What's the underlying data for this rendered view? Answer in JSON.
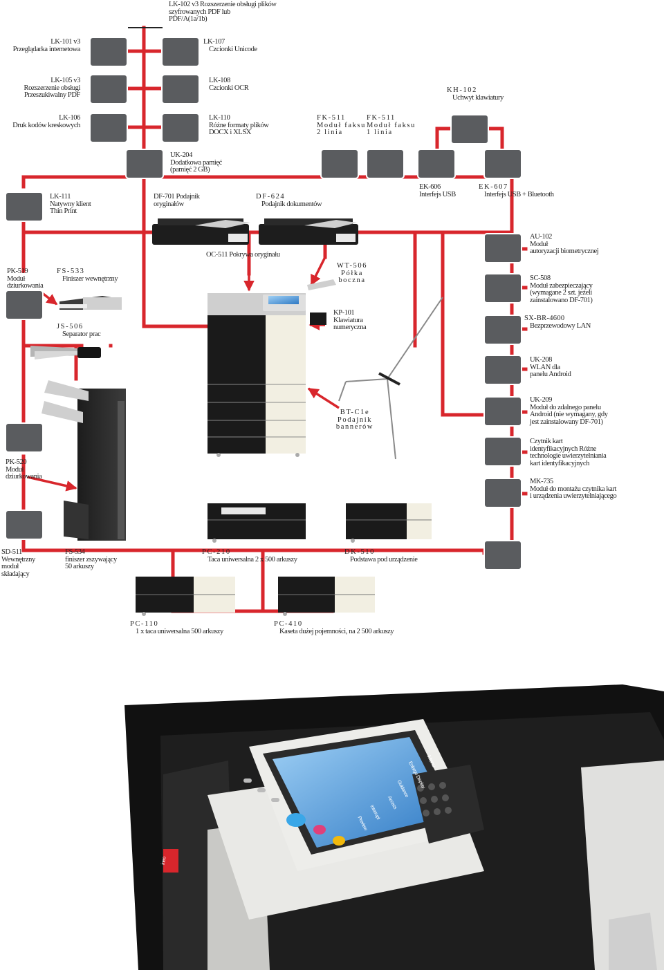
{
  "colors": {
    "connector": "#d8262c",
    "module_box": "#5a5c5f",
    "module_border": "#ffffff",
    "panel_screen": "#3f8fd6",
    "brand": "#d8262c"
  },
  "labels": {
    "lk102": [
      "LK-102 v3 Rozszerzenie obsługi plików",
      "szyfrowanych PDF lub",
      "PDF/A(1a/1b)"
    ],
    "lk101": [
      "LK-101 v3",
      "Przeglądarka internetowa"
    ],
    "lk107": [
      "LK-107",
      "Czcionki Unicode"
    ],
    "lk105": [
      "LK-105 v3",
      "Rozszerzenie obsługi",
      "Przeszukiwalny PDF"
    ],
    "lk108": [
      "LK-108",
      "Czcionki OCR"
    ],
    "kh102": [
      "KH-102",
      "Uchwyt klawiatury"
    ],
    "lk106": [
      "LK-106",
      "Druk kodów kreskowych"
    ],
    "lk110": [
      "LK-110",
      "Różne formaty plików",
      "DOCX i XLSX"
    ],
    "fk511a": [
      "FK-511",
      "Moduł faksu",
      "2 linia"
    ],
    "fk511b": [
      "FK-511",
      "Moduł faksu",
      "1 linia"
    ],
    "uk204": [
      "UK-204",
      "Dodatkowa pamięć",
      "(pamięć 2 GB)"
    ],
    "lk111": [
      "LK-111",
      "Natywny klient",
      "Thin Print"
    ],
    "df701": [
      "DF-701 Podajnik",
      "oryginałów"
    ],
    "df624": [
      "DF-624",
      "Podajnik dokumentów"
    ],
    "ek606": [
      "EK-606",
      "Interfejs USB"
    ],
    "ek607": [
      "EK-607",
      "Interfejs USB + Bluetooth"
    ],
    "au102": [
      "AU-102",
      "Moduł",
      "autoryzacji biometrycznej"
    ],
    "oc511": [
      "OC-511 Pokrywa oryginału"
    ],
    "pk519": [
      "PK-519",
      "Moduł",
      "dziurkowania"
    ],
    "fs533": [
      "FS-533",
      "Finiszer wewnętrzny"
    ],
    "wt506": [
      "WT-506",
      "Półka",
      "boczna"
    ],
    "sc508": [
      "SC-508",
      "Moduł zabezpieczający",
      "(wymagane 2 szt. jeżeli",
      "zainstalowano DF-701)"
    ],
    "kp101": [
      "KP-101",
      "Klawiatura",
      "numeryczna"
    ],
    "sxbr": [
      "SX-BR-4600",
      "Bezprzewodowy LAN"
    ],
    "js506": [
      "JS-506",
      "Separator prac"
    ],
    "uk208": [
      "UK-208",
      "WLAN dla",
      "panelu Android"
    ],
    "uk209": [
      "UK-209",
      "Moduł do zdalnego panelu",
      "Android (nie wymagany, gdy",
      "jest zainstalowany DF-701)"
    ],
    "btc1e": [
      "BT-C1e",
      "Podajnik",
      "bannerów"
    ],
    "reader": [
      "Czytnik kart",
      "identyfikacyjnych Różne",
      "technologie uwierzytelniania",
      "kart identyfikacyjnych"
    ],
    "pk520": [
      "PK-520",
      "Moduł",
      "dziurkowania"
    ],
    "mk735": [
      "MK-735",
      "Moduł do montażu czytnika kart",
      "i urządzenia uwierzytelniającego"
    ],
    "sd511": [
      "SD-511",
      "Wewnętrzny",
      "moduł",
      "składający"
    ],
    "fs534": [
      "FS-534",
      "finiszer zszywający",
      "50 arkuszy"
    ],
    "pc210": [
      "PC-210",
      "Taca uniwersalna 2 x 500 arkuszy"
    ],
    "dk510": [
      "DK-510",
      "Podstawa pod urządzenie"
    ],
    "pc110": [
      "PC-110",
      "1 x taca uniwersalna 500 arkuszy"
    ],
    "pc410": [
      "PC-410",
      "Kaseta dużej pojemności, na 2 500 arkuszy"
    ]
  },
  "panel_screen_text": [
    "Menu",
    "Enlarge Display",
    "Guidance",
    "Access",
    "Interrupt",
    "Preview"
  ],
  "brand_badge": "ineo"
}
